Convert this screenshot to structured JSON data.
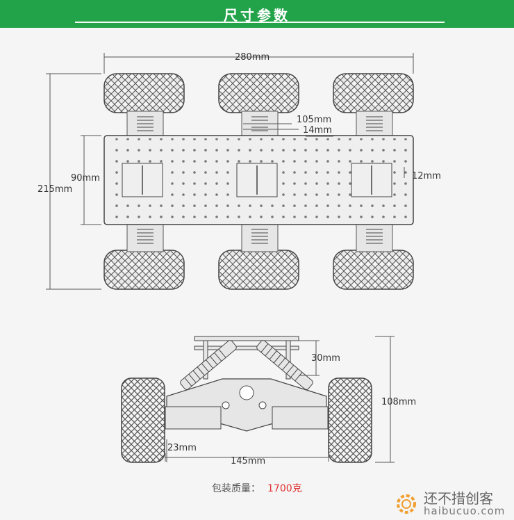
{
  "header": {
    "title": "尺寸参数"
  },
  "dimensions": {
    "length": "280mm",
    "width": "215mm",
    "plate_width": "90mm",
    "hole_pitch": "105mm",
    "gap": "14mm",
    "edge": "12mm",
    "suspension_travel": "30mm",
    "height": "108mm",
    "ground_clearance": "23mm",
    "track": "145mm"
  },
  "weight": {
    "label": "包装质量：",
    "value": "1700克"
  },
  "watermark": {
    "name": "还不措创客",
    "url": "haibucuo.com"
  },
  "colors": {
    "header": "#22a34a",
    "weight_value": "#e03030"
  }
}
